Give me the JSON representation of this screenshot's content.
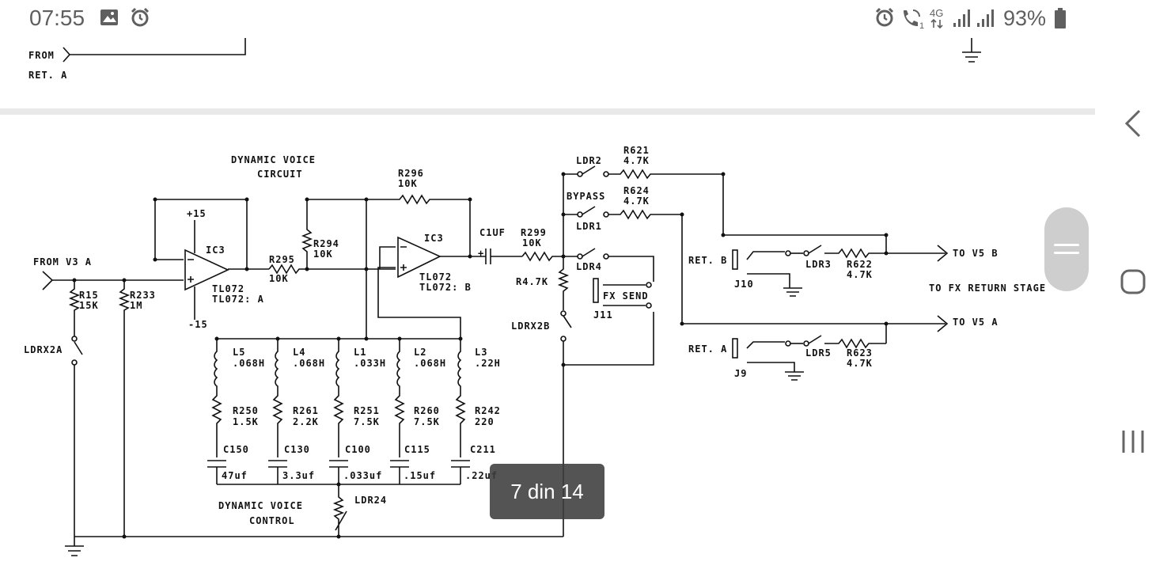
{
  "status_bar": {
    "time": "07:55",
    "left_icons": [
      "image-icon",
      "alarm-icon"
    ],
    "right_icons": [
      "alarm-icon",
      "wifi-call-icon",
      "4g-icon",
      "signal-icon",
      "signal-icon",
      "battery-icon"
    ],
    "network_label": "4G",
    "sim_label": "1",
    "battery_percent": "93%"
  },
  "top_strip": {
    "label_from": "FROM",
    "label_ret_a": "RET. A"
  },
  "schematic": {
    "title_circuit_1": "DYNAMIC VOICE",
    "title_circuit_2": "CIRCUIT",
    "title_control_1": "DYNAMIC VOICE",
    "title_control_2": "CONTROL",
    "input_label": "FROM V3 A",
    "r15": "R15",
    "r15_val": "15K",
    "ldrx2a": "LDRX2A",
    "r233": "R233",
    "r233_val": "1M",
    "plus15": "+15",
    "minus15": "-15",
    "ic3_a": "IC3",
    "tl072_a": "TL072",
    "tl072_a2": "TL072: A",
    "r295": "R295",
    "r295_val": "10K",
    "r294": "R294",
    "r294_val": "10K",
    "r296": "R296",
    "r296_val": "10K",
    "ic3_b": "IC3",
    "tl072_b": "TL072",
    "tl072_b2": "TL072: B",
    "c1uf": "C1UF",
    "r299": "R299",
    "r299_val": "10K",
    "r47k": "R4.7K",
    "ldrx2b": "LDRX2B",
    "ldr2": "LDR2",
    "r621": "R621",
    "r621_val": "4.7K",
    "bypass": "BYPASS",
    "r624": "R624",
    "r624_val": "4.7K",
    "ldr1": "LDR1",
    "ldr4": "LDR4",
    "fx_send": "FX SEND",
    "j11": "J11",
    "ret_b": "RET. B",
    "j10": "J10",
    "ldr3": "LDR3",
    "r622": "R622",
    "r622_val": "4.7K",
    "to_v5b": "TO V5 B",
    "to_fx": "TO FX RETURN STAGE",
    "to_v5a": "TO V5 A",
    "ret_a": "RET. A",
    "j9": "J9",
    "ldr5": "LDR5",
    "r623": "R623",
    "r623_val": "4.7K",
    "l5": "L5",
    "l5_val": ".068H",
    "l4": "L4",
    "l4_val": ".068H",
    "l1": "L1",
    "l1_val": ".033H",
    "l2": "L2",
    "l2_val": ".068H",
    "l3": "L3",
    "l3_val": ".22H",
    "r250": "R250",
    "r250_val": "1.5K",
    "r261a": "R261",
    "r261a_val": "2.2K",
    "r251": "R251",
    "r251_val": "7.5K",
    "r260": "R260",
    "r260_val": "7.5K",
    "r242": "R242",
    "r242_val": "220",
    "c150": "C150",
    "c150_val": "47uf",
    "c130": "C130",
    "c130_val": "3.3uf",
    "c100": "C100",
    "c100_val": ".033uf",
    "c115": "C115",
    "c115_val": ".15uf",
    "c211": "C211",
    "c211_val": ".22uf",
    "ldr24": "LDR24"
  },
  "page_indicator": "7 din 14",
  "nav": {
    "back": "back-icon",
    "home": "home-icon",
    "recents": "recents-icon"
  }
}
